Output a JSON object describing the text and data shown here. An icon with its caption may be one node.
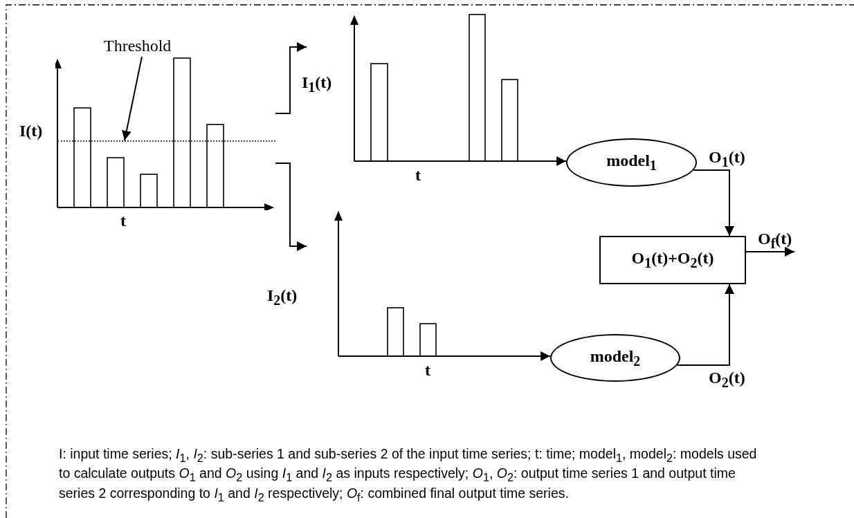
{
  "diagram": {
    "caption": "I: input time series; *I*$_{1}$, *I*$_{2}$: sub-series 1 and sub-series 2 of the input time series; t: time; model$_{1}$, model$_{2}$: models used to calculate outputs *O*$_{1}$ and *O*$_{2}$ using *I*$_{1}$ and *I*$_{2}$ as inputs respectively; *O*$_{1}$, *O*$_{2}$: output time series 1 and output time series 2 corresponding to *I*$_{1}$ and *I*$_{2}$ respectively; *O*$_{f}$: combined final output time series.",
    "nodes": [
      {
        "text": [],
        "shape": "picture",
        "beside": [
          "I(t)",
          "t"
        ]
      },
      {
        "text": [
          "Threshold"
        ]
      },
      {
        "text": [],
        "shape": "line",
        "in": 0
      },
      {
        "text": [],
        "shape": "picture",
        "beside": [
          "I$_{1}$(t)",
          "t"
        ]
      },
      {
        "text": [
          "model$_{1}$"
        ],
        "beside": [
          "O$_{1}$(t)"
        ]
      },
      {
        "text": [],
        "shape": "picture",
        "beside": [
          "I$_{2}$(t)",
          "t"
        ]
      },
      {
        "text": [
          "model$_{2}$"
        ],
        "beside": [
          "O$_{2}$(t)"
        ]
      },
      {
        "text": [
          "O$_{1}$(t)+O$_{2}$(t)"
        ]
      }
    ],
    "edges": [
      {
        "from": 1,
        "to": 2,
        "arrow": "to"
      },
      {
        "from": 0,
        "to": 3,
        "arrow": "to"
      },
      {
        "from": 0,
        "to": 5,
        "arrow": "to"
      },
      {
        "from": 3,
        "to": 4,
        "arrow": "to"
      },
      {
        "from": 5,
        "to": 6,
        "arrow": "to"
      },
      {
        "from": 4,
        "to": 7,
        "arrow": "to"
      },
      {
        "from": 6,
        "to": 7,
        "arrow": "to"
      },
      {
        "from": 7,
        "to": null,
        "arrow": "to",
        "label": "O$_{f}$(t)"
      }
    ]
  }
}
